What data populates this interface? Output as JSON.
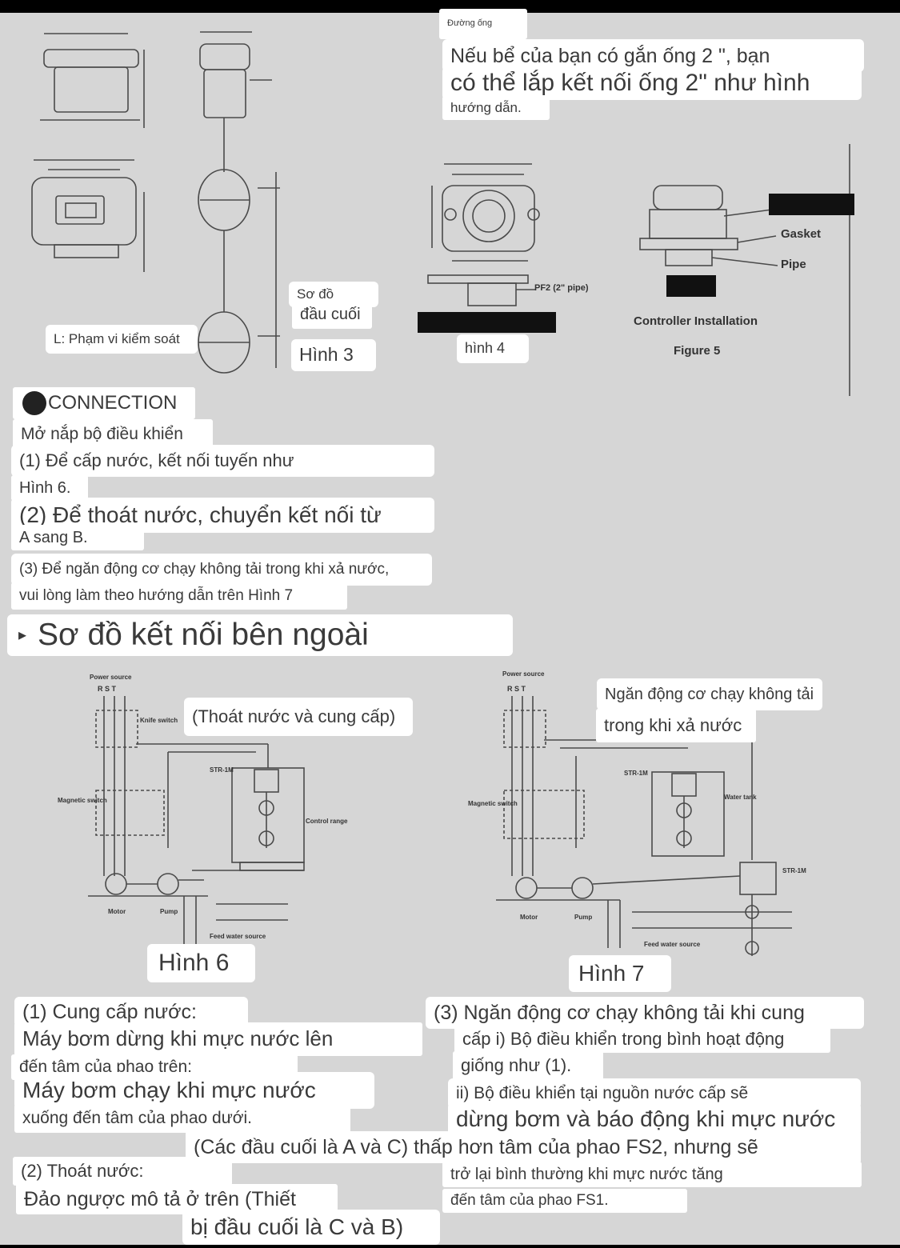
{
  "top_right": {
    "small_label": "Đường ống",
    "line1": "Nếu bể của bạn có gắn ống 2 \", bạn",
    "line2": "có thể lắp kết nối ống 2\" như hình",
    "line3": "hướng dẫn."
  },
  "figure_labels": {
    "terminal_l1": "Sơ đồ",
    "terminal_l2": "đầu cuối",
    "fig3": "Hình 3",
    "fig4": "hình 4",
    "control_range": "L: Phạm vi kiểm soát",
    "gasket": "Gasket",
    "pipe": "Pipe",
    "pf2_pipe": "PF2 (2\" pipe)",
    "controller_installation": "Controller Installation",
    "figure5": "Figure 5"
  },
  "connection": {
    "heading": "CONNECTION",
    "open_cover": "Mở nắp bộ điều khiển",
    "item1_l1": "(1) Để cấp nước, kết nối tuyến như",
    "item1_l2": "Hình 6.",
    "item2_l1": "(2) Để thoát nước, chuyển kết nối từ",
    "item2_l2": "A sang B.",
    "item3_l1": "(3) Để ngăn động cơ chạy không tải trong khi xả nước,",
    "item3_l2": "vui lòng làm theo hướng dẫn trên Hình 7"
  },
  "section": {
    "arrow": "▸",
    "title": "Sơ đồ kết nối bên ngoài"
  },
  "diagrams": {
    "fig6_caption": "(Thoát nước và cung cấp)",
    "fig6_label": "Hình 6",
    "fig7_caption_l1": "Ngăn động cơ chạy không tải",
    "fig7_caption_l2": "trong khi xả nước",
    "fig7_label": "Hình 7",
    "power_source": "Power source",
    "rst": "R S T",
    "knife_switch": "Knife switch",
    "magnetic_switch": "Magnetic switch",
    "motor": "Motor",
    "pump": "Pump",
    "feed_water_source": "Feed water source",
    "str_a": "STR-1M",
    "control_range": "Control range",
    "water_tank": "Water tank",
    "str_b": "STR-1M"
  },
  "bottom_left": {
    "supply_title": "(1) Cung cấp nước:",
    "supply_l1": "Máy bơm dừng khi mực nước lên",
    "supply_l2": "đến tâm của phao trên;",
    "supply_l3": "Máy bơm chạy khi mực nước",
    "supply_l4": "xuống đến tâm của phao dưới.",
    "terminals_ac": "(Các đầu cuối là A và C) thấp hơn tâm của phao FS2, nhưng sẽ",
    "drain_title": "(2) Thoát nước:",
    "drain_l1": "Đảo ngược mô tả ở trên (Thiết",
    "drain_l2": "bị đầu cuối là C và B)"
  },
  "bottom_right": {
    "l1": "(3) Ngăn động cơ chạy không tải khi cung",
    "l2": "cấp i) Bộ điều khiển trong bình hoạt động",
    "l3": "giống như (1).",
    "l4": "ii) Bộ điều khiển tại nguồn nước cấp sẽ",
    "l5": "dừng bơm và báo động khi mực nước",
    "l6": "trở lại bình thường khi mực nước tăng",
    "l7": "đến tâm của phao FS1."
  }
}
